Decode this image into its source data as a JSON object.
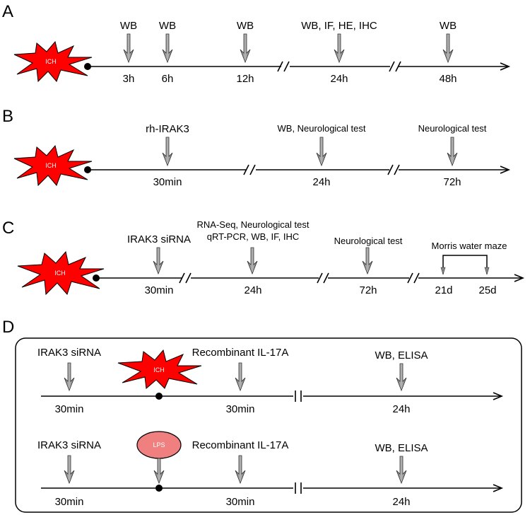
{
  "panels": {
    "A": {
      "label": "A",
      "event": "ICH",
      "points": [
        {
          "top": "WB",
          "time": "3h"
        },
        {
          "top": "WB",
          "time": "6h"
        },
        {
          "top": "WB",
          "time": "12h"
        },
        {
          "top": "WB, IF, HE, IHC",
          "time": "24h"
        },
        {
          "top": "WB",
          "time": "48h"
        }
      ]
    },
    "B": {
      "label": "B",
      "event": "ICH",
      "points": [
        {
          "top": "rh-IRAK3",
          "time": "30min"
        },
        {
          "top": "WB, Neurological test",
          "time": "24h"
        },
        {
          "top": "Neurological test",
          "time": "72h"
        }
      ]
    },
    "C": {
      "label": "C",
      "event": "ICH",
      "points": [
        {
          "top": "IRAK3 siRNA",
          "time": "30min"
        },
        {
          "top_line1": "RNA-Seq, Neurological test",
          "top_line2": "qRT-PCR, WB, IF, IHC",
          "time": "24h"
        },
        {
          "top": "Neurological test",
          "time": "72h"
        }
      ],
      "maze": {
        "label": "Morris water maze",
        "start": "21d",
        "end": "25d"
      }
    },
    "D": {
      "label": "D",
      "row1": {
        "event": "ICH",
        "points": [
          {
            "top": "IRAK3 siRNA",
            "time": "30min"
          },
          {
            "top": "Recombinant IL-17A",
            "time": "30min"
          },
          {
            "top": "WB, ELISA",
            "time": "24h"
          }
        ]
      },
      "row2": {
        "event": "LPS",
        "points": [
          {
            "top": "IRAK3 siRNA",
            "time": "30min"
          },
          {
            "top": "Recombinant IL-17A",
            "time": "30min"
          },
          {
            "top": "WB, ELISA",
            "time": "24h"
          }
        ]
      }
    }
  },
  "colors": {
    "ich_fill": "#ff0000",
    "lps_fill": "#f08080",
    "arrow_fill": "#8c8c8c"
  }
}
